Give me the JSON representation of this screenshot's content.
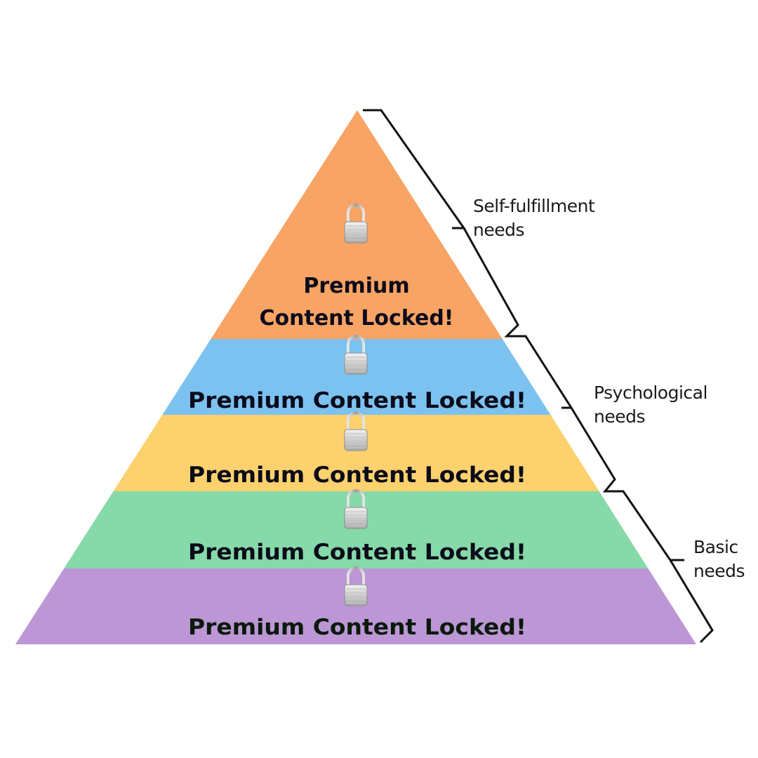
{
  "diagram": {
    "title": "Hierarchy of needs pyramid",
    "tiers": [
      {
        "name": "top",
        "lines": [
          "Premium",
          "Content Locked!"
        ],
        "color": "#f8a465",
        "icon": "padlock-icon"
      },
      {
        "name": "fourth",
        "lines": [
          "Premium Content Locked!"
        ],
        "color": "#7cc2f0",
        "icon": "padlock-icon"
      },
      {
        "name": "third",
        "lines": [
          "Premium Content Locked!"
        ],
        "color": "#fcd16e",
        "icon": "padlock-icon"
      },
      {
        "name": "second",
        "lines": [
          "Premium Content Locked!"
        ],
        "color": "#86d9a8",
        "icon": "padlock-icon"
      },
      {
        "name": "base",
        "lines": [
          "Premium Content Locked!"
        ],
        "color": "#bd96d6",
        "icon": "padlock-icon"
      }
    ],
    "groups": [
      {
        "line1": "Self-fulfillment",
        "line2": "needs"
      },
      {
        "line1": "Psychological",
        "line2": "needs"
      },
      {
        "line1": "Basic",
        "line2": "needs"
      }
    ]
  }
}
